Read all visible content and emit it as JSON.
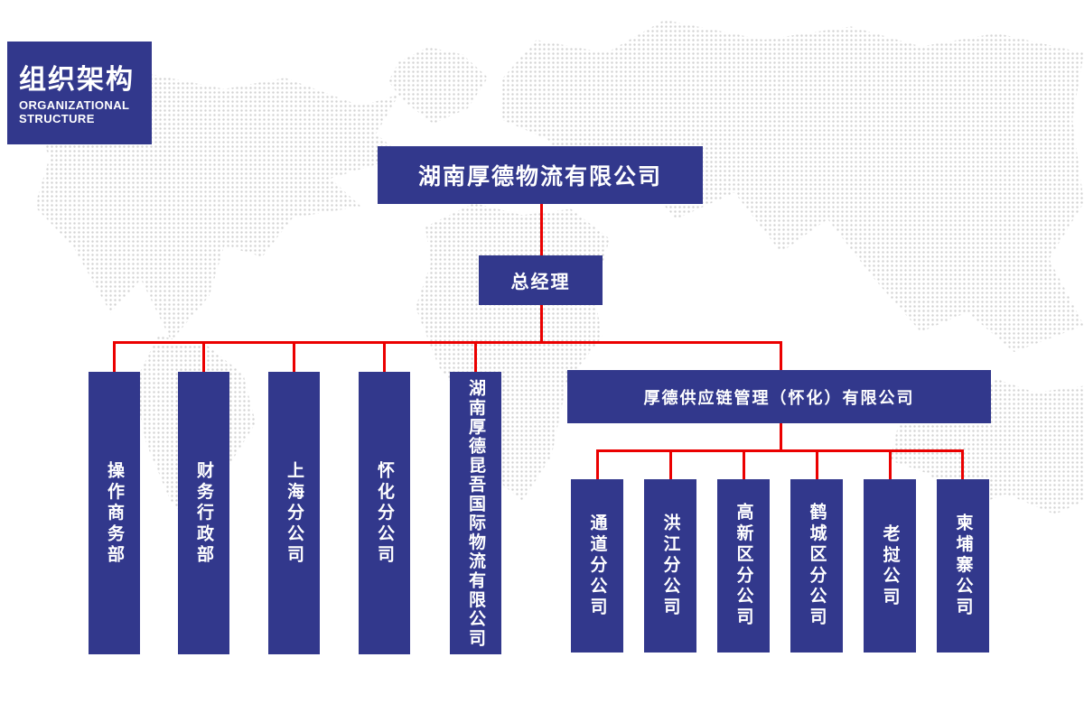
{
  "header": {
    "title_zh": "组织架构",
    "title_en_line1": "ORGANIZATIONAL",
    "title_en_line2": "STRUCTURE"
  },
  "colors": {
    "primary_blue": "#32388C",
    "connector_red": "#EB0000",
    "map_dot_gray": "#D2D2D2"
  },
  "org_chart": {
    "root": {
      "label": "湖南厚德物流有限公司"
    },
    "general_manager": {
      "label": "总经理"
    },
    "departments": [
      {
        "label": "操作商务部"
      },
      {
        "label": "财务行政部"
      },
      {
        "label": "上海分公司"
      },
      {
        "label": "怀化分公司"
      },
      {
        "label": "湖南厚德昆吾国际物流有限公司"
      }
    ],
    "subsidiary": {
      "label": "厚德供应链管理（怀化）有限公司"
    },
    "sub_branches": [
      {
        "label": "通道分公司"
      },
      {
        "label": "洪江分公司"
      },
      {
        "label": "高新区分公司"
      },
      {
        "label": "鹤城区分公司"
      },
      {
        "label": "老挝公司"
      },
      {
        "label": "柬埔寨公司"
      }
    ]
  }
}
